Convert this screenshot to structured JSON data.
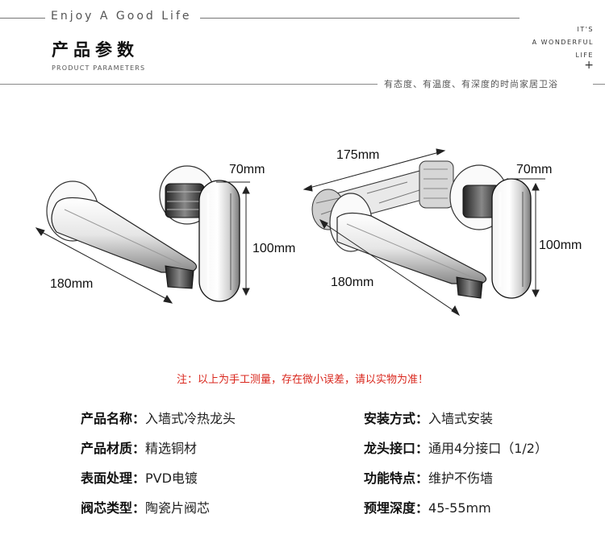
{
  "header": {
    "tagline": "Enjoy A Good Life",
    "title_cn": "产品参数",
    "title_en": "PRODUCT PARAMETERS",
    "corner": [
      "IT'S",
      "A WONDERFUL",
      "LIFE"
    ],
    "plus": "+",
    "slogan": "有态度、有温度、有深度的时尚家居卫浴"
  },
  "dimensions": {
    "left": {
      "depth": "70mm",
      "height": "100mm",
      "length": "180mm"
    },
    "right": {
      "body": "175mm",
      "depth": "70mm",
      "height": "100mm",
      "length": "180mm"
    }
  },
  "note": "注：以上为手工测量，存在微小误差，请以实物为准！",
  "params": [
    {
      "label": "产品名称：",
      "value": "入墙式冷热龙头"
    },
    {
      "label": "安装方式：",
      "value": "入墙式安装"
    },
    {
      "label": "产品材质：",
      "value": "精选铜材"
    },
    {
      "label": "龙头接口：",
      "value": "通用4分接口（1/2）"
    },
    {
      "label": "表面处理：",
      "value": "PVD电镀"
    },
    {
      "label": "功能特点：",
      "value": "维护不伤墙"
    },
    {
      "label": "阀芯类型：",
      "value": "陶瓷片阀芯"
    },
    {
      "label": "预埋深度：",
      "value": "45-55mm"
    }
  ]
}
